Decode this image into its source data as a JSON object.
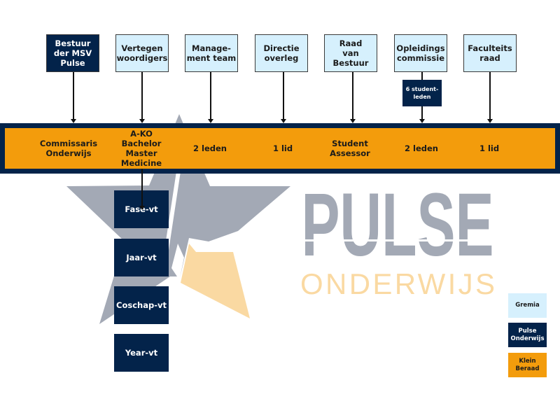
{
  "colors": {
    "gremia": "#d6f0fd",
    "pulse_onderwijs": "#03234a",
    "klein_beraad": "#f39c0c",
    "watermark_gray": "#a3a9b5",
    "watermark_orange": "#fad9a2"
  },
  "top_boxes": [
    {
      "label": "Bestuur\nder  MSV\nPulse",
      "type": "pulse"
    },
    {
      "label": "Vertegen\nwoordigers",
      "type": "gremium"
    },
    {
      "label": "Manage-\nment team",
      "type": "gremium"
    },
    {
      "label": "Directie\noverleg",
      "type": "gremium"
    },
    {
      "label": "Raad\nvan\nBestuur",
      "type": "gremium"
    },
    {
      "label": "Opleidings\ncommissie",
      "type": "gremium"
    },
    {
      "label": "Faculteits\nraad",
      "type": "gremium"
    }
  ],
  "opleidings_sub": {
    "label": "6 student-\nleden"
  },
  "band_labels": [
    "Commissaris\nOnderwijs",
    "A-KO\nBachelor\nMaster\nMedicine",
    "2 leden",
    "1 lid",
    "Student\nAssessor",
    "2 leden",
    "1 lid"
  ],
  "sub_boxes": [
    "Fase-vt",
    "Jaar-vt",
    "Coschap-vt",
    "Year-vt"
  ],
  "watermark": {
    "title": "PULSE",
    "subtitle": "ONDERWIJS"
  },
  "legend": [
    {
      "label": "Gremia",
      "type": "gremium"
    },
    {
      "label": "Pulse\nOnderwijs",
      "type": "pulse"
    },
    {
      "label": "Klein\nBeraad",
      "type": "klein"
    }
  ]
}
